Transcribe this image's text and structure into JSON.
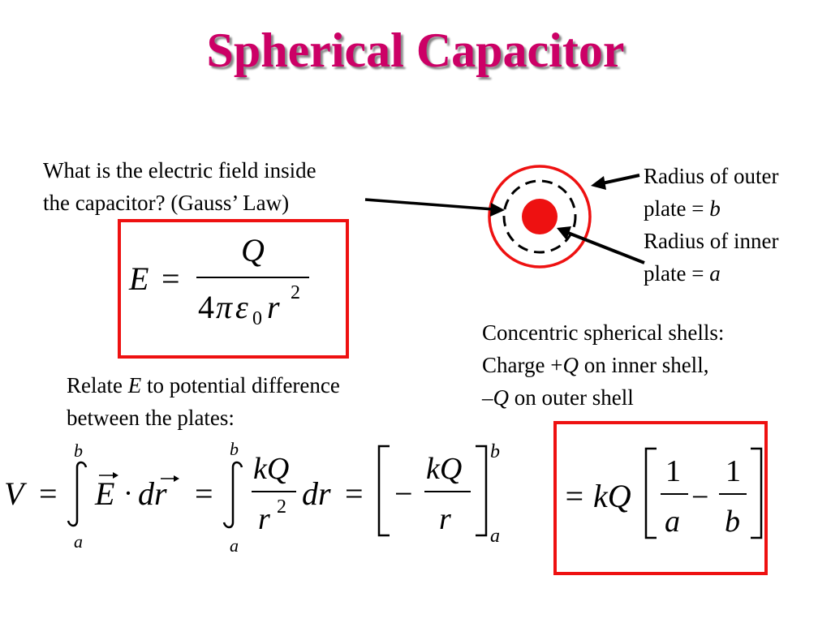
{
  "slide": {
    "title": "Spherical Capacitor",
    "question_line1": "What is the electric field inside",
    "question_line2": "the capacitor? (Gauss’ Law)",
    "outer_line1": "Radius of outer",
    "outer_line2_text": "plate = ",
    "outer_var": "b",
    "inner_line1": "Radius of inner",
    "inner_line2_text": "plate = ",
    "inner_var": "a",
    "concentric_line1": "Concentric spherical shells:",
    "concentric_line2_pre": "Charge +",
    "concentric_line2_var": "Q",
    "concentric_line2_post": " on inner shell,",
    "concentric_line3_pre": "–",
    "concentric_line3_var": "Q",
    "concentric_line3_post": " on outer shell",
    "relate_line1_pre": "Relate ",
    "relate_line1_var": "E",
    "relate_line1_post": " to potential difference",
    "relate_line2": "between the plates:"
  },
  "colors": {
    "title": "#cc0066",
    "box_border": "#ee1111",
    "inner_sphere": "#ee1111",
    "outer_circle": "#ee1111"
  },
  "equations": {
    "field": {
      "lhs": "E",
      "eq": "=",
      "numerator": "Q",
      "denom_4": "4",
      "denom_pi": "π",
      "denom_eps": "ε",
      "denom_sub": "0",
      "denom_r": "r",
      "denom_exp": "2"
    },
    "potential": {
      "V": "V",
      "eq": "=",
      "upper": "b",
      "lower": "a",
      "E": "E",
      "dot": "·",
      "dr": "dr",
      "kQ": "kQ",
      "r": "r",
      "exp2": "2",
      "minus": "−"
    },
    "result": {
      "eq_kQ": "= kQ",
      "one": "1",
      "a": "a",
      "b": "b",
      "minus": "−"
    }
  }
}
